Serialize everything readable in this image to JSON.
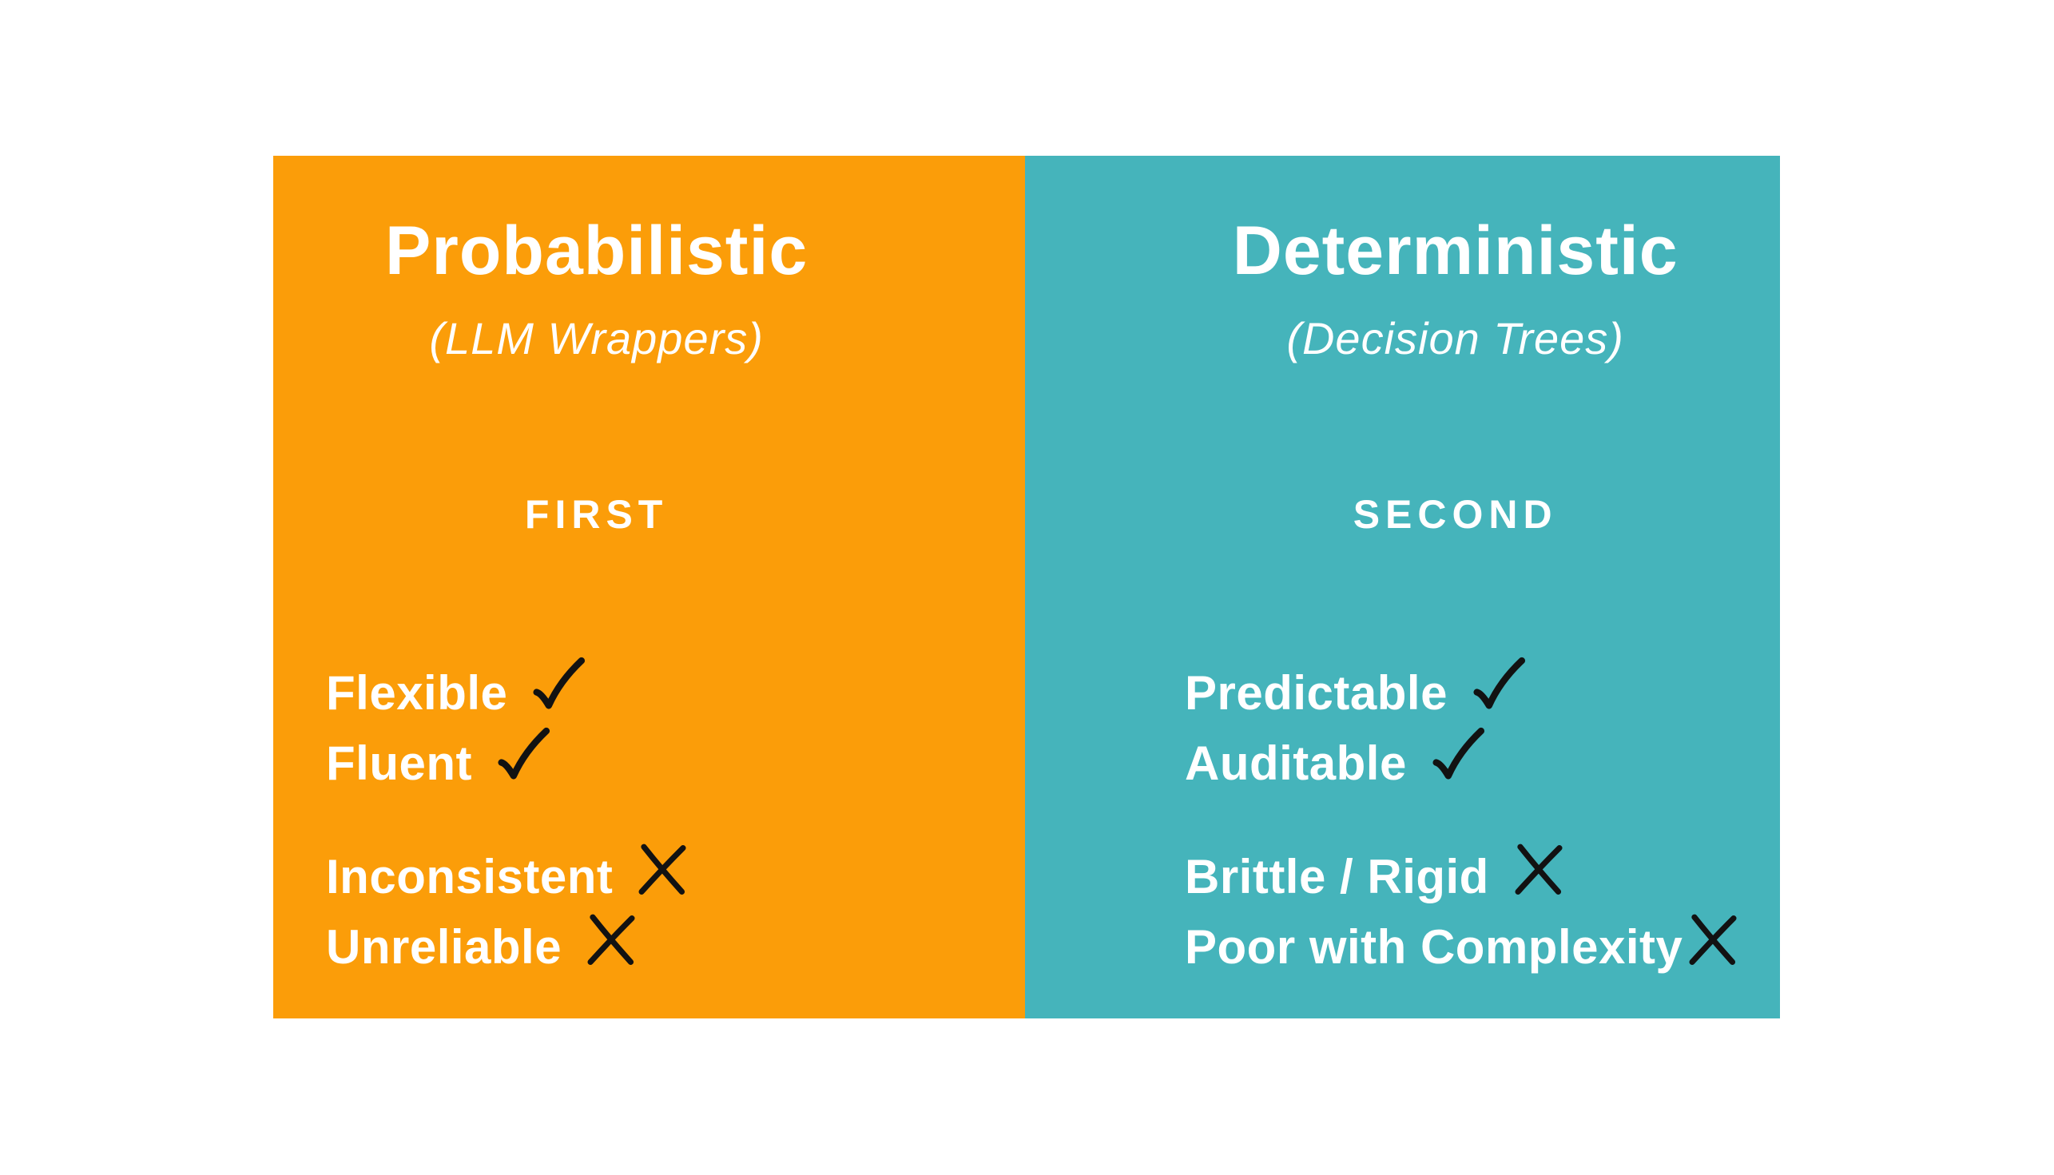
{
  "colors": {
    "background": "#FFFFFF",
    "text": "#FFFFFF",
    "mark": "#121212"
  },
  "panels": [
    {
      "id": "probabilistic",
      "background_color": "#FB9D09",
      "title": "Probabilistic",
      "subtitle": "(LLM Wrappers)",
      "order_label": "FIRST",
      "pros": [
        {
          "label": "Flexible",
          "mark": "check"
        },
        {
          "label": "Fluent",
          "mark": "check"
        }
      ],
      "cons": [
        {
          "label": "Inconsistent",
          "mark": "cross"
        },
        {
          "label": "Unreliable",
          "mark": "cross"
        }
      ]
    },
    {
      "id": "deterministic",
      "background_color": "#45B4BB",
      "title": "Deterministic",
      "subtitle": "(Decision Trees)",
      "order_label": "SECOND",
      "pros": [
        {
          "label": "Predictable",
          "mark": "check"
        },
        {
          "label": "Auditable",
          "mark": "check"
        }
      ],
      "cons": [
        {
          "label": "Brittle / Rigid",
          "mark": "cross"
        },
        {
          "label": "Poor with Complexity",
          "mark": "cross"
        }
      ]
    }
  ]
}
